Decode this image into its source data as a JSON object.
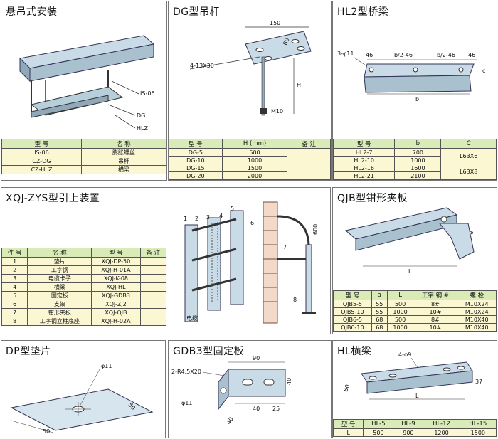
{
  "panels": {
    "suspension": {
      "title": "悬吊式安装",
      "labels": [
        "IS-06",
        "DG",
        "HLZ"
      ],
      "table": {
        "headers": [
          "型 号",
          "名 称"
        ],
        "rows": [
          [
            "IS-06",
            "膨胀螺丝"
          ],
          [
            "CZ-DG",
            "吊杆"
          ],
          [
            "CZ-HLZ",
            "横梁"
          ]
        ]
      }
    },
    "dg": {
      "title": "DG型吊杆",
      "dims": [
        "150",
        "80",
        "4-13X30",
        "H",
        "M10"
      ],
      "table": {
        "headers": [
          "型 号",
          "H\n(mm)",
          "备 注"
        ],
        "rows": [
          [
            "DG-5",
            "500",
            ""
          ],
          [
            "DG-10",
            "1000",
            ""
          ],
          [
            "DG-15",
            "1500",
            ""
          ],
          [
            "DG-20",
            "2000",
            ""
          ]
        ]
      }
    },
    "hl2": {
      "title": "HL2型桥梁",
      "dims": [
        "3-φ11",
        "46",
        "b/2-46",
        "b/2-46",
        "46",
        "b",
        "c"
      ],
      "table": {
        "headers": [
          "型 号",
          "b",
          "C"
        ],
        "rows": [
          [
            "HL2-7",
            "700",
            "L63X6"
          ],
          [
            "HL2-10",
            "1000",
            ""
          ],
          [
            "HL2-16",
            "1600",
            "L63X8"
          ],
          [
            "HL2-21",
            "2100",
            ""
          ]
        ]
      }
    },
    "xqj": {
      "title": "XQJ-ZYS型引上装置",
      "labels": [
        "1",
        "2",
        "3",
        "4",
        "5",
        "6",
        "7",
        "8",
        "电缆",
        "600"
      ],
      "table": {
        "headers": [
          "件 号",
          "名 称",
          "型 号",
          "备 注"
        ],
        "rows": [
          [
            "1",
            "垫片",
            "XQJ-DP-50",
            ""
          ],
          [
            "2",
            "工字钢",
            "XQJ-H-01A",
            ""
          ],
          [
            "3",
            "电缆卡子",
            "XQJ-K-08",
            ""
          ],
          [
            "4",
            "横梁",
            "XQJ-HL",
            ""
          ],
          [
            "5",
            "固定板",
            "XQJ-GDB3",
            ""
          ],
          [
            "6",
            "支架",
            "XQJ-ZJ2",
            ""
          ],
          [
            "7",
            "钳形夹板",
            "XQJ-QJB",
            ""
          ],
          [
            "8",
            "工字钢立柱底座",
            "XQJ-H-02A",
            ""
          ]
        ]
      }
    },
    "qjb": {
      "title": "QJB型钳形夹板",
      "dims": [
        "a",
        "L"
      ],
      "table": {
        "headers": [
          "型 号",
          "a",
          "L",
          "工字\n钢 #",
          "螺 栓"
        ],
        "rows": [
          [
            "QJB5-5",
            "55",
            "500",
            "8#",
            "M10X24"
          ],
          [
            "QJB5-10",
            "55",
            "1000",
            "10#",
            "M10X24"
          ],
          [
            "QJB6-5",
            "68",
            "500",
            "8#",
            "M10X40"
          ],
          [
            "QJB6-10",
            "68",
            "1000",
            "10#",
            "M10X40"
          ]
        ]
      }
    },
    "dp": {
      "title": "DP型垫片",
      "dims": [
        "φ11",
        "50",
        "50"
      ]
    },
    "gdb3": {
      "title": "GDB3型固定板",
      "dims": [
        "90",
        "2-R4.5X20",
        "φ11",
        "40",
        "40",
        "25",
        "40"
      ]
    },
    "hl": {
      "title": "HL横梁",
      "dims": [
        "4-φ9",
        "50",
        "L",
        "37"
      ],
      "table": {
        "headers": [
          "型 号",
          "HL-5",
          "HL-9",
          "HL-12",
          "HL-15"
        ],
        "rows": [
          [
            "L",
            "500",
            "900",
            "1200",
            "1500"
          ]
        ]
      }
    }
  },
  "colors": {
    "table_header": "#d9ecb8",
    "table_cell": "#fbf7d3",
    "panel_border": "#777777",
    "metal": "#c8dbe6"
  }
}
